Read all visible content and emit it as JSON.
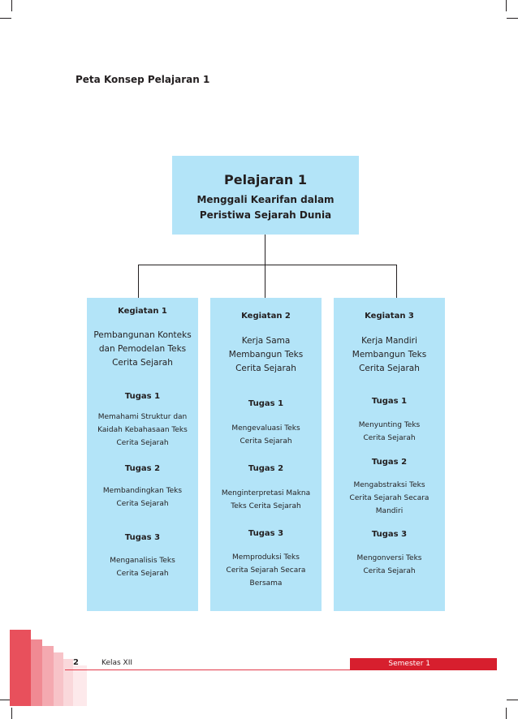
{
  "heading": "Peta Konsep Pelajaran 1",
  "top": {
    "title": "Pelajaran 1",
    "line1": "Menggali Kearifan dalam",
    "line2": "Peristiwa Sejarah Dunia"
  },
  "columns": [
    {
      "kegiatan": "Kegiatan 1",
      "sub": [
        "Pembangunan Konteks",
        "dan Pemodelan Teks",
        "Cerita Sejarah"
      ],
      "tugas": [
        {
          "label": "Tugas 1",
          "lines": [
            "Memahami Struktur dan",
            "Kaidah Kebahasaan Teks",
            "Cerita Sejarah"
          ]
        },
        {
          "label": "Tugas 2",
          "lines": [
            "Membandingkan Teks",
            "Cerita Sejarah"
          ]
        },
        {
          "label": "Tugas 3",
          "lines": [
            "Menganalisis Teks",
            "Cerita Sejarah"
          ]
        }
      ]
    },
    {
      "kegiatan": "Kegiatan 2",
      "sub": [
        "Kerja Sama",
        "Membangun Teks",
        "Cerita Sejarah"
      ],
      "tugas": [
        {
          "label": "Tugas 1",
          "lines": [
            "Mengevaluasi Teks",
            "Cerita Sejarah"
          ]
        },
        {
          "label": "Tugas 2",
          "lines": [
            "Menginterpretasi Makna",
            "Teks Cerita Sejarah"
          ]
        },
        {
          "label": "Tugas 3",
          "lines": [
            "Memproduksi Teks",
            "Cerita Sejarah Secara",
            "Bersama"
          ]
        }
      ]
    },
    {
      "kegiatan": "Kegiatan 3",
      "sub": [
        "Kerja Mandiri",
        "Membangun Teks",
        "Cerita Sejarah"
      ],
      "tugas": [
        {
          "label": "Tugas 1",
          "lines": [
            "Menyunting Teks",
            "Cerita Sejarah"
          ]
        },
        {
          "label": "Tugas 2",
          "lines": [
            "Mengabstraksi Teks",
            "Cerita Sejarah Secara",
            "Mandiri"
          ]
        },
        {
          "label": "Tugas 3",
          "lines": [
            "Mengonversi Teks",
            "Cerita Sejarah"
          ]
        }
      ]
    }
  ],
  "footer": {
    "page": "2",
    "kelas": "Kelas XII",
    "semester": "Semester 1"
  },
  "colors": {
    "box": "#b3e4f8",
    "accent": "#d71f2e"
  }
}
